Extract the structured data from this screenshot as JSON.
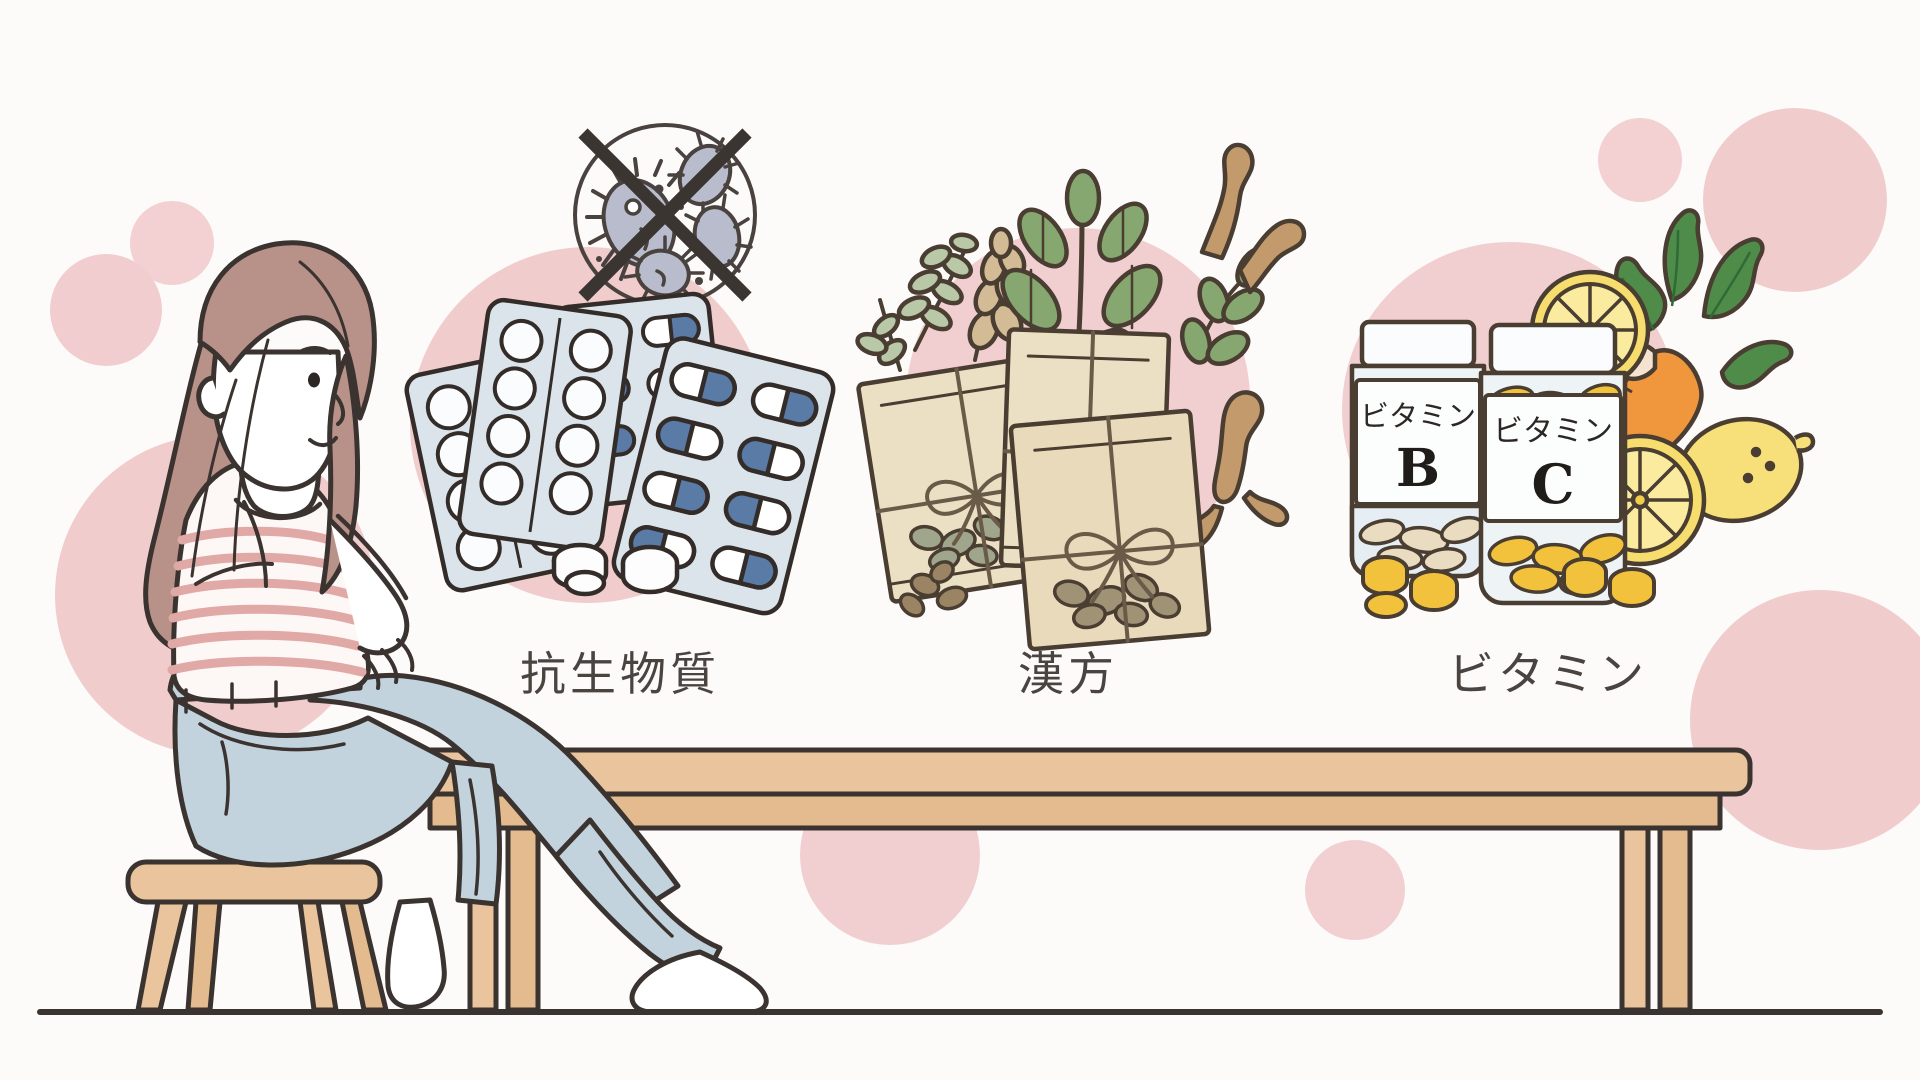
{
  "illustration": {
    "title": "Medication options illustration",
    "background_color": "#fdfbfa",
    "ground_line_color": "#3a3330",
    "accent_pink": "#f0ccce",
    "ink_color": "#3a322f"
  },
  "labels": {
    "antibiotics": "抗生物質",
    "kampo": "漢方",
    "vitamin": "ビタミン"
  },
  "bottles": {
    "vitamin_b": "ビタミン",
    "vitamin_b_letter": "B",
    "vitamin_c": "ビタミン",
    "vitamin_c_letter": "C"
  },
  "icons": {
    "no_bacteria": "no-bacteria-icon",
    "pills": "blister-pack-icon",
    "herbs": "herbal-packet-icon",
    "supplements": "vitamin-bottle-icon"
  },
  "figure": {
    "name": "seated-woman",
    "hair_color": "#b08a80",
    "shirt_stripe_color": "#e0a9a6",
    "jeans_color": "#c3d3de",
    "skin_color": "#ffffff"
  },
  "furniture": {
    "stool": "wooden-stool",
    "table": "wooden-table",
    "wood_color": "#e9c49c",
    "wood_shade": "#e0b98e"
  },
  "palette": {
    "pink_circle": "#f0ccce",
    "pink_circle_light": "#f4d5d6",
    "pill_blue": "#5a7ba6",
    "pill_tray": "#d6e0e6",
    "paper_kraft": "#e8dcc0",
    "paper_kraft_dark": "#d8c9a6",
    "leaf_green": "#7fa36a",
    "leaf_green_light": "#a8bf94",
    "root_brown": "#b0875f",
    "lemon_yellow": "#f5d94e",
    "lemon_yellow_light": "#fbe98a",
    "carrot_orange": "#f0963c",
    "carrot_green": "#4f8c4a",
    "capsule_gold": "#f3c23c"
  }
}
